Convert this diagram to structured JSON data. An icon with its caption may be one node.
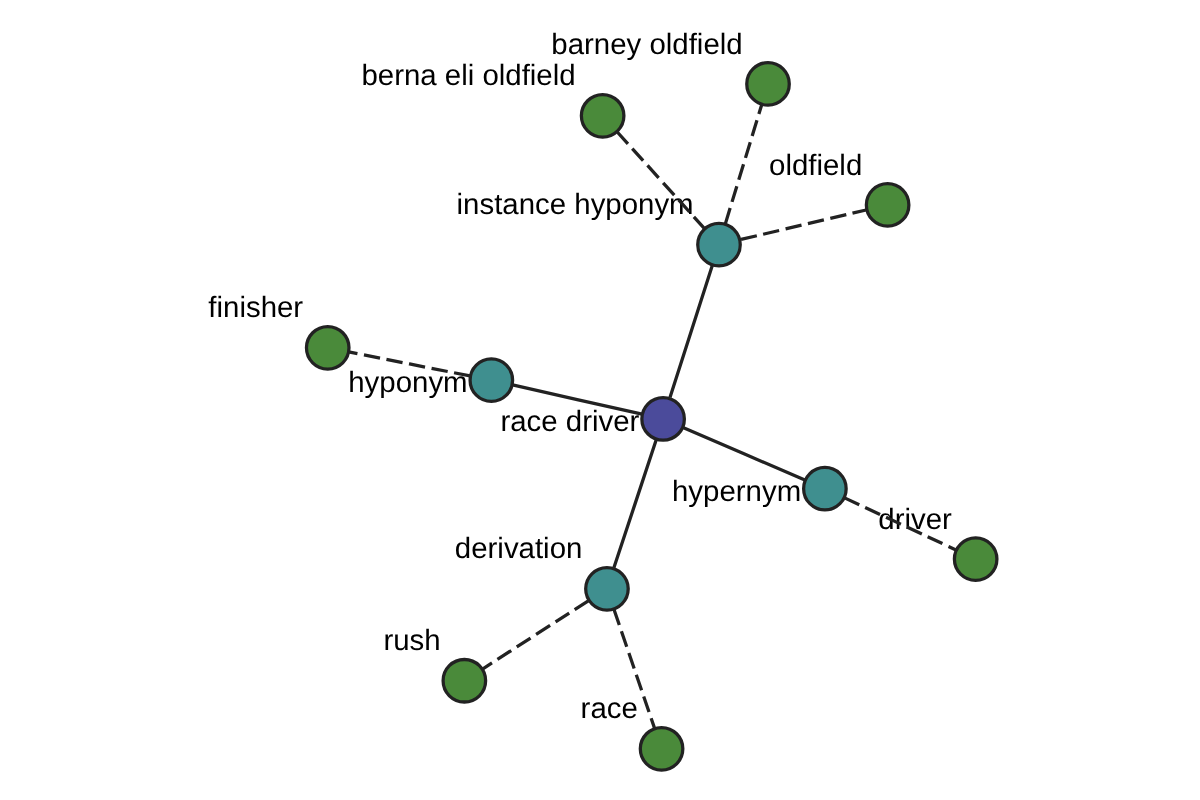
{
  "diagram": {
    "nodes": [
      {
        "text": [],
        "shape": "circle",
        "beside": [
          "finisher"
        ]
      },
      {
        "text": [],
        "shape": "circle",
        "beside": [
          "oldfield"
        ]
      },
      {
        "text": [],
        "shape": "circle",
        "beside": [
          "hyponym"
        ]
      },
      {
        "text": [],
        "shape": "circle",
        "beside": [
          "barney oldfield"
        ]
      },
      {
        "text": [],
        "shape": "circle",
        "beside": [
          "instance hyponym"
        ]
      },
      {
        "text": [],
        "shape": "circle",
        "beside": [
          "race driver"
        ]
      },
      {
        "text": [],
        "shape": "circle",
        "beside": [
          "berna eli oldfield"
        ]
      },
      {
        "text": [],
        "shape": "circle",
        "beside": [
          "hypernym"
        ]
      },
      {
        "text": [],
        "shape": "circle",
        "beside": [
          "driver"
        ]
      },
      {
        "text": [],
        "shape": "circle",
        "beside": [
          "derivation"
        ]
      },
      {
        "text": [],
        "shape": "circle",
        "beside": [
          "race"
        ]
      },
      {
        "text": [],
        "shape": "circle",
        "beside": [
          "rush"
        ]
      }
    ],
    "edges": [
      {
        "from": 5,
        "to": 2,
        "arrow": "none"
      },
      {
        "from": 5,
        "to": 4,
        "arrow": "none"
      },
      {
        "from": 5,
        "to": 7,
        "arrow": "none"
      },
      {
        "from": 5,
        "to": 9,
        "arrow": "none"
      },
      {
        "from": 2,
        "to": 0,
        "arrow": "none",
        "style": "dashed"
      },
      {
        "from": 4,
        "to": 1,
        "arrow": "none",
        "style": "dashed"
      },
      {
        "from": 4,
        "to": 3,
        "arrow": "none",
        "style": "dashed"
      },
      {
        "from": 4,
        "to": 6,
        "arrow": "none",
        "style": "dashed"
      },
      {
        "from": 7,
        "to": 8,
        "arrow": "none",
        "style": "dashed"
      },
      {
        "from": 9,
        "to": 10,
        "arrow": "none",
        "style": "dashed"
      },
      {
        "from": 9,
        "to": 11,
        "arrow": "none",
        "style": "dashed"
      }
    ]
  }
}
